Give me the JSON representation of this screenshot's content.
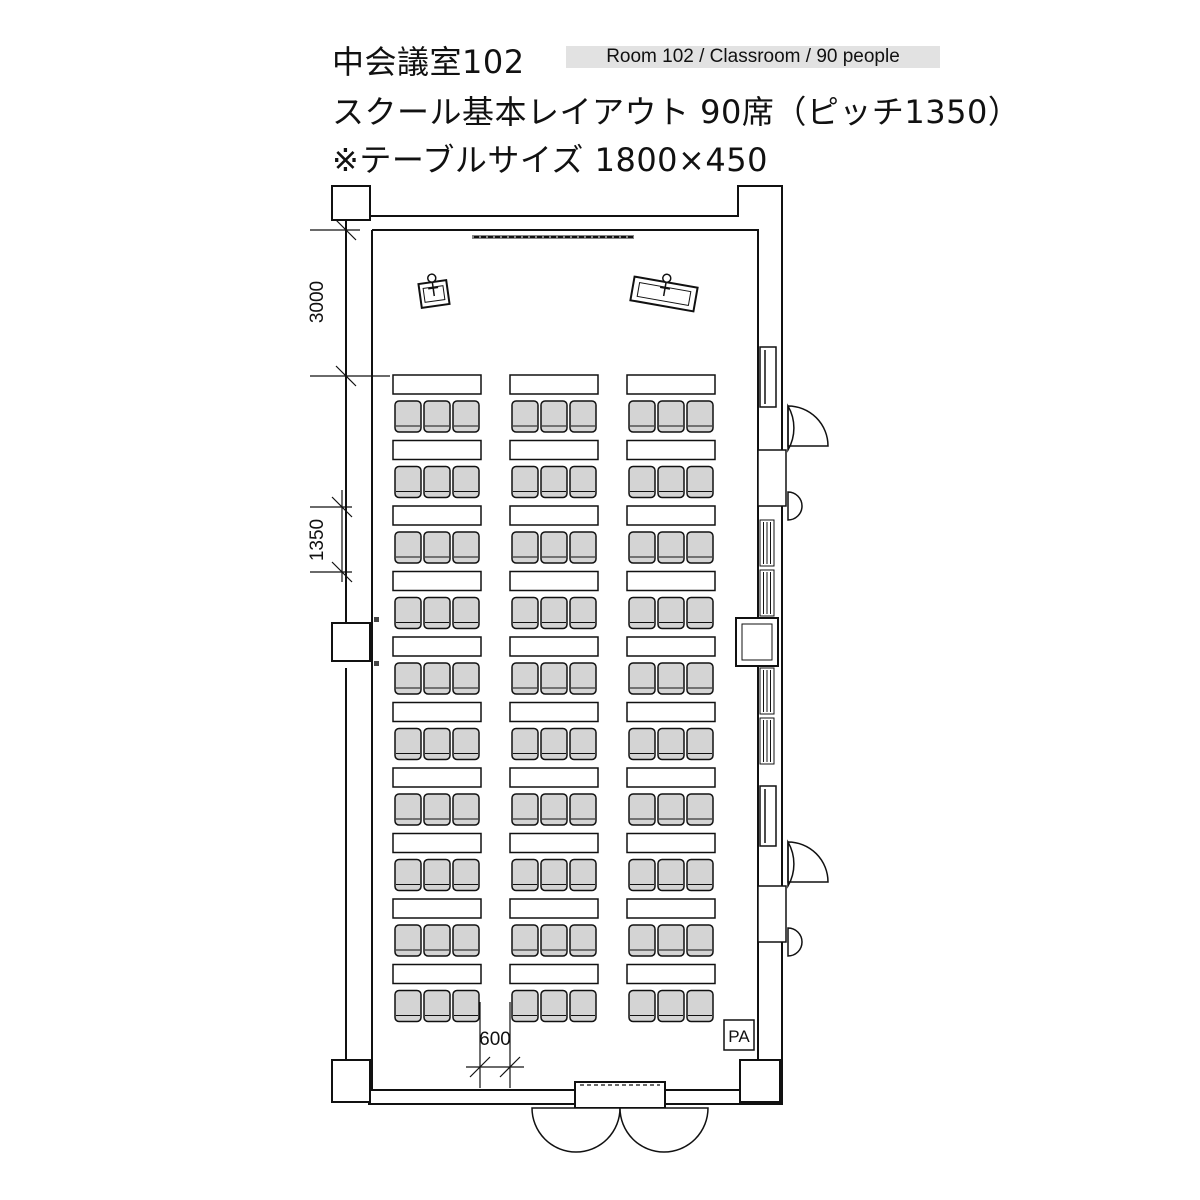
{
  "header": {
    "room_name": "中会議室102",
    "badge": "Room 102 / Classroom / 90 people",
    "layout_title": "スクール基本レイアウト 90席（ピッチ1350）",
    "table_size_note": "※テーブルサイズ 1800×450"
  },
  "dimensions": {
    "front_clearance": "3000",
    "row_pitch": "1350",
    "aisle_width": "600"
  },
  "seating": {
    "rows": 10,
    "table_columns": 3,
    "seats_per_table": 3
  },
  "labels": {
    "pa": "PA"
  }
}
